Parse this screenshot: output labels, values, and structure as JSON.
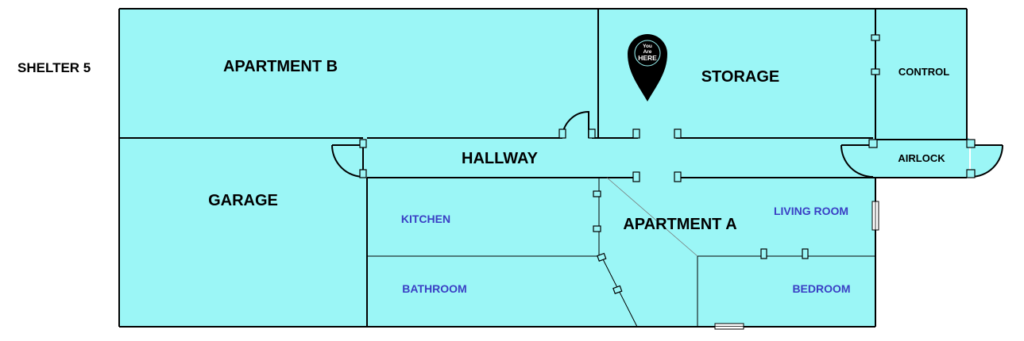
{
  "map": {
    "title": "SHELTER 5",
    "marker": {
      "line1": "You",
      "line2": "Are",
      "line3": "HERE"
    },
    "rooms": {
      "apartment_b": "APARTMENT B",
      "storage": "STORAGE",
      "control": "CONTROL",
      "hallway": "HALLWAY",
      "airlock": "AIRLOCK",
      "garage": "GARAGE",
      "kitchen": "KITCHEN",
      "apartment_a": "APARTMENT A",
      "living_room": "LIVING ROOM",
      "bathroom": "BATHROOM",
      "bedroom": "BEDROOM"
    },
    "colors": {
      "room_fill": "#9bf6f6",
      "sublabel": "#3a3fc4",
      "wall": "#000000"
    }
  }
}
